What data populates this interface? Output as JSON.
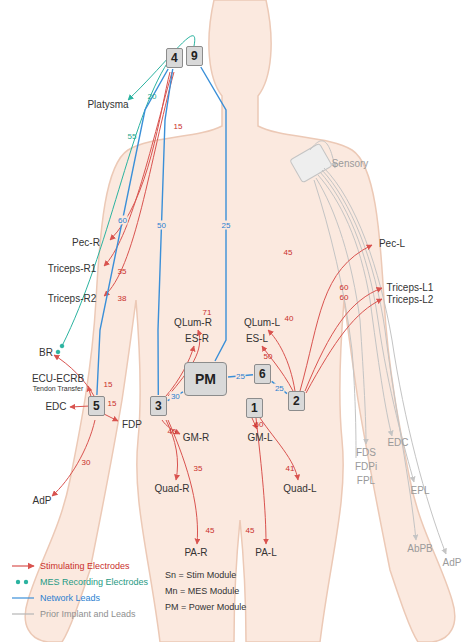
{
  "diagram": {
    "nodes": [
      {
        "text": [
          "4"
        ]
      },
      {
        "text": [
          "9"
        ]
      },
      {
        "text": [
          "PM"
        ]
      },
      {
        "text": [
          "6"
        ]
      },
      {
        "text": [
          "2"
        ]
      },
      {
        "text": [
          "5"
        ]
      },
      {
        "text": [
          "3"
        ]
      },
      {
        "text": [
          "1"
        ]
      }
    ],
    "edges": [
      {
        "from": 6,
        "to": 2,
        "arrow": "none",
        "label": "30"
      },
      {
        "from": 2,
        "to": 3,
        "arrow": "none",
        "label": "25"
      },
      {
        "from": 3,
        "to": 4,
        "arrow": "none",
        "label": "25"
      },
      {
        "from": 6,
        "to": 0,
        "arrow": "none",
        "label": "50"
      },
      {
        "from": 0,
        "to": 5,
        "arrow": "none",
        "label": "60"
      },
      {
        "from": 1,
        "to": 2,
        "arrow": "none",
        "label": "25"
      }
    ],
    "labels": [
      "Platysma",
      "Sensory",
      "Pec-R",
      "Pec-L",
      "Triceps-R1",
      "Triceps-R2",
      "Triceps-L1",
      "Triceps-L2",
      "BR",
      "ECU-ECRB",
      "Tendon Transfer",
      "EDC",
      "FDP",
      "AdP",
      "QLum-R",
      "QLum-L",
      "ES-R",
      "ES-L",
      "GM-R",
      "GM-L",
      "Quad-R",
      "Quad-L",
      "PA-R",
      "PA-L",
      "EDC",
      "FDS",
      "FDPi",
      "FPL",
      "EPL",
      "AbPB",
      "AdP",
      "20",
      "55",
      "15",
      "35",
      "38",
      "15",
      "15",
      "30",
      "45",
      "60",
      "60",
      "71",
      "40",
      "50",
      "40",
      "35",
      "45",
      "60",
      "41",
      "45",
      "Sn = Stim Module",
      "Mn = MES Module",
      "PM = Power Module"
    ],
    "legend": [
      {
        "text": "Stimulating Electrodes"
      },
      {
        "text": "MES Recording Electrodes"
      },
      {
        "text": "Network Leads"
      },
      {
        "text": "Prior Implant and Leads"
      }
    ]
  }
}
